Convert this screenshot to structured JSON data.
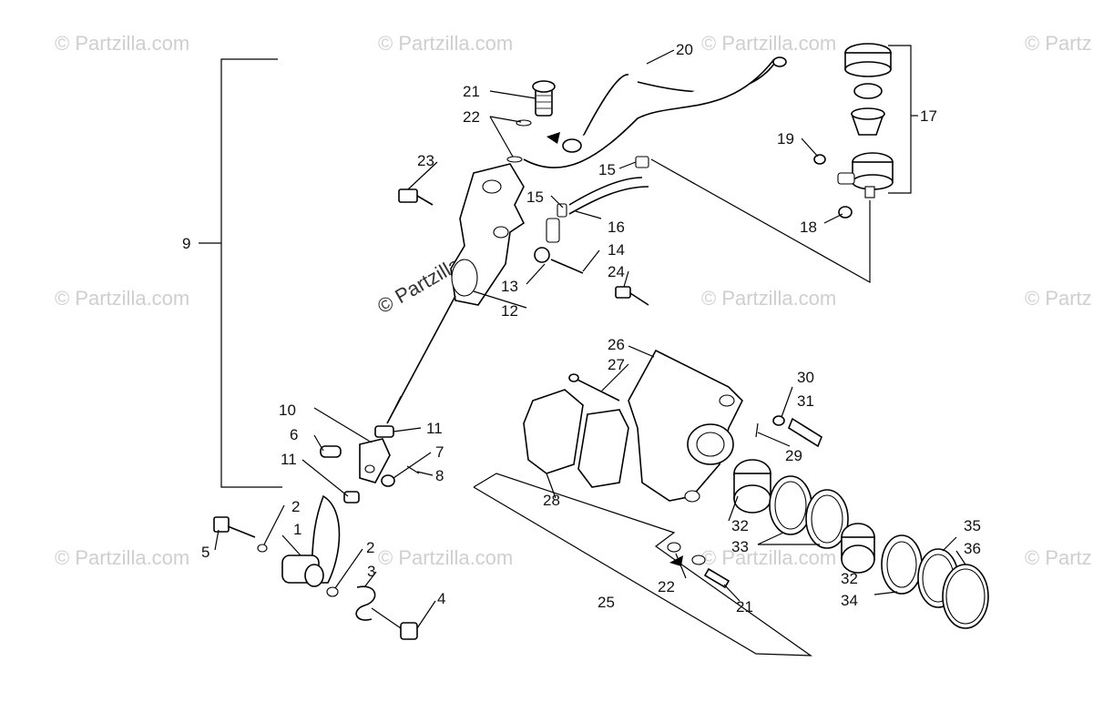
{
  "diagram": {
    "watermarks": [
      "© Partzilla.com"
    ],
    "watermark_center": "© Partzilla.com",
    "callouts": {
      "c1": "1",
      "c2a": "2",
      "c2b": "2",
      "c3": "3",
      "c4": "4",
      "c5": "5",
      "c6": "6",
      "c7": "7",
      "c8": "8",
      "c9": "9",
      "c10": "10",
      "c11a": "11",
      "c11b": "11",
      "c12": "12",
      "c13": "13",
      "c14": "14",
      "c15a": "15",
      "c15b": "15",
      "c16": "16",
      "c17": "17",
      "c18": "18",
      "c19": "19",
      "c20": "20",
      "c21a": "21",
      "c21b": "21",
      "c22a": "22",
      "c22b": "22",
      "c23": "23",
      "c24": "24",
      "c25": "25",
      "c26": "26",
      "c27": "27",
      "c28": "28",
      "c29": "29",
      "c30": "30",
      "c31": "31",
      "c32a": "32",
      "c32b": "32",
      "c33": "33",
      "c34": "34",
      "c35": "35",
      "c36": "36"
    }
  }
}
